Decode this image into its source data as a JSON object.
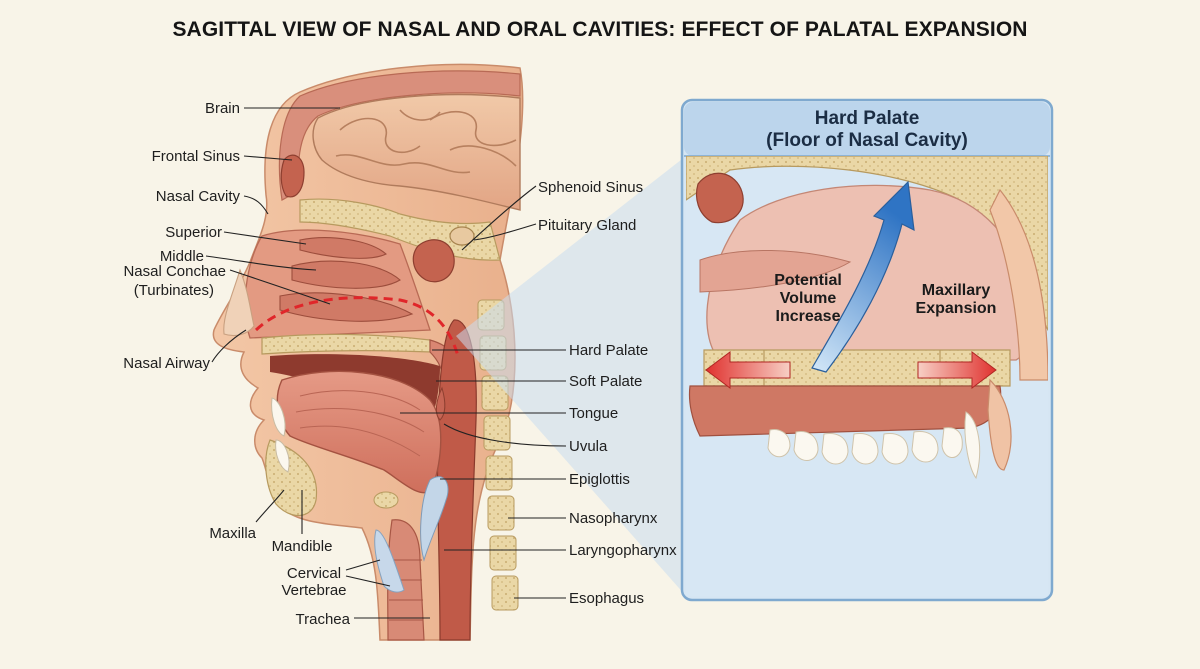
{
  "title": "SAGITTAL VIEW OF NASAL AND ORAL CAVITIES: EFFECT OF PALATAL EXPANSION",
  "left_labels": {
    "brain": "Brain",
    "frontal_sinus": "Frontal Sinus",
    "nasal_cavity": "Nasal Cavity",
    "superior": "Superior",
    "middle": "Middle",
    "nasal_conchae": "Nasal Conchae",
    "turbinates": "(Turbinates)",
    "nasal_airway": "Nasal Airway",
    "maxilla": "Maxilla",
    "mandible": "Mandible",
    "cervical": "Cervical",
    "vertebrae": "Vertebrae",
    "trachea": "Trachea"
  },
  "right_labels": {
    "sphenoid_sinus": "Sphenoid Sinus",
    "pituitary_gland": "Pituitary Gland",
    "hard_palate": "Hard Palate",
    "soft_palate": "Soft Palate",
    "tongue": "Tongue",
    "uvula": "Uvula",
    "epiglottis": "Epiglottis",
    "nasopharynx": "Nasopharynx",
    "laryngopharynx": "Laryngopharynx",
    "esophagus": "Esophagus"
  },
  "inset": {
    "title_line1": "Hard Palate",
    "title_line2": "(Floor of Nasal Cavity)",
    "potential": "Potential",
    "volume": "Volume",
    "increase": "Increase",
    "maxillary": "Maxillary",
    "expansion": "Expansion"
  },
  "colors": {
    "background": "#f8f4e8",
    "tissue": "#e0907c",
    "tissue_dark": "#c4634f",
    "skin": "#f2c5a4",
    "bone": "#ead7a6",
    "inset_frame": "#7fa9cf",
    "inset_bg": "#d6e6f3",
    "arrow_blue": "#3f82cc",
    "arrow_red": "#e33a36",
    "airway_dash": "#e0262a"
  }
}
